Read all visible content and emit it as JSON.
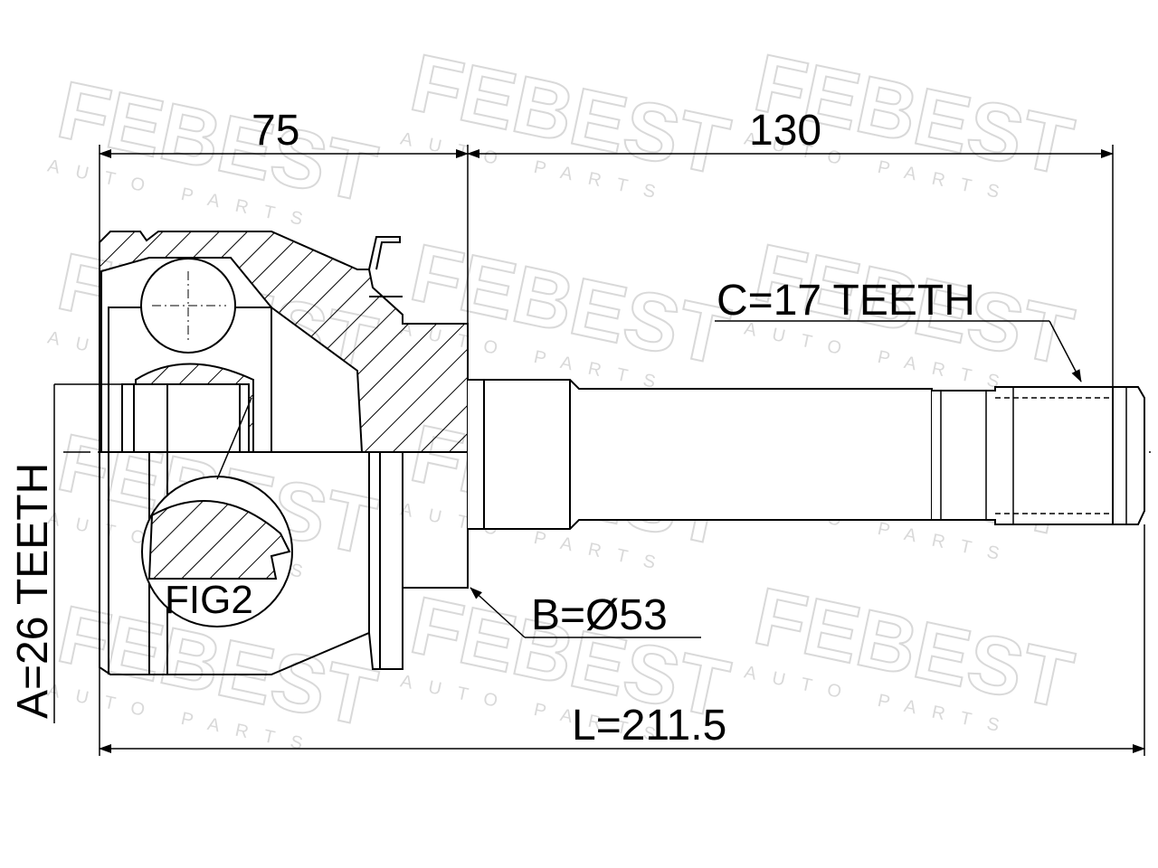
{
  "dimensions": {
    "width_left": "75",
    "width_right": "130",
    "spline_c": "C=17 TEETH",
    "spline_a": "A=26 TEETH",
    "diameter_b": "B=Ø53",
    "length_l": "L=211.5"
  },
  "labels": {
    "detail": "FIG2"
  },
  "watermark": {
    "brand": "FEBEST",
    "tagline": "AUTO PARTS"
  },
  "colors": {
    "ink": "#000000",
    "watermark": "#d9d9d9",
    "background": "#ffffff"
  }
}
